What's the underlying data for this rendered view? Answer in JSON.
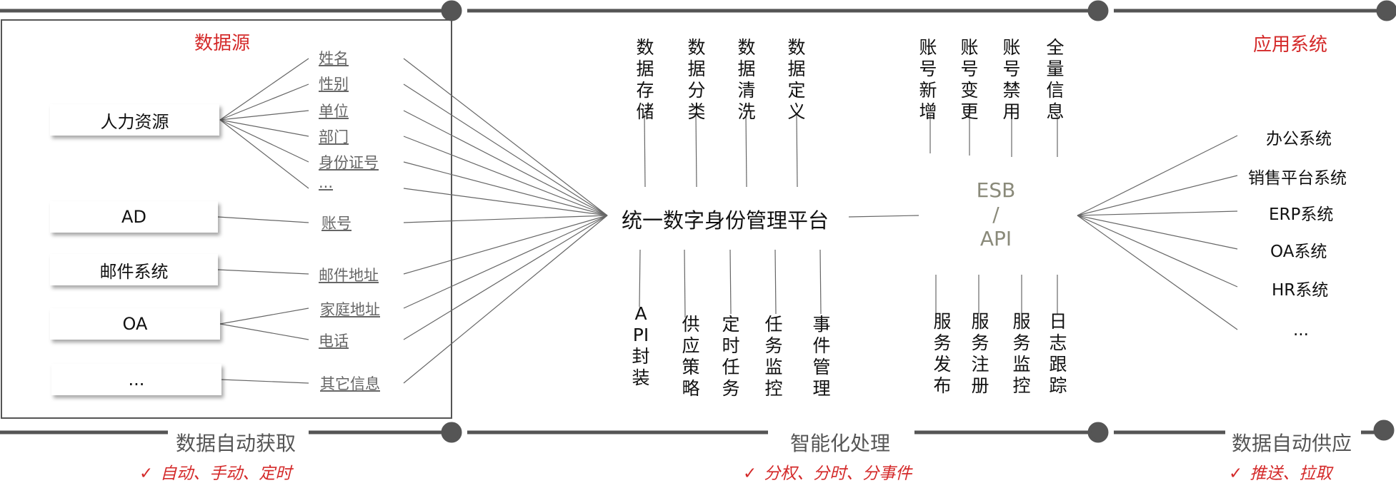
{
  "left": {
    "title": "数据源",
    "sources": [
      "人力资源",
      "AD",
      "邮件系统",
      "OA",
      "..."
    ],
    "fields": [
      "姓名",
      "性别",
      "单位",
      "部门",
      "身份证号",
      "...",
      "账号",
      "邮件地址",
      "家庭地址",
      "电话",
      "其它信息"
    ]
  },
  "center": {
    "platform": "统一数字身份管理平台",
    "top_funcs": [
      "数据存储",
      "数据分类",
      "数据清洗",
      "数据定义"
    ],
    "bottom_funcs": [
      "API封装",
      "供应策略",
      "定时任务",
      "任务监控",
      "事件管理"
    ],
    "esb": [
      "ESB",
      "/",
      "API"
    ],
    "esb_top": [
      "账号新增",
      "账号变更",
      "账号禁用",
      "全量信息"
    ],
    "esb_bottom": [
      "服务发布",
      "服务注册",
      "服务监控",
      "日志跟踪"
    ]
  },
  "right": {
    "title": "应用系统",
    "apps": [
      "办公系统",
      "销售平台系统",
      "ERP系统",
      "OA系统",
      "HR系统",
      "..."
    ]
  },
  "footer": {
    "left_title": "数据自动获取",
    "left_sub": "自动、手动、定时",
    "center_title": "智能化处理",
    "center_sub": "分权、分时、分事件",
    "right_title": "数据自动供应",
    "right_sub": "推送、拉取",
    "check": "✓"
  },
  "colors": {
    "accent": "#d42a2a",
    "rail": "#555555",
    "esb": "#8a8a7a"
  }
}
